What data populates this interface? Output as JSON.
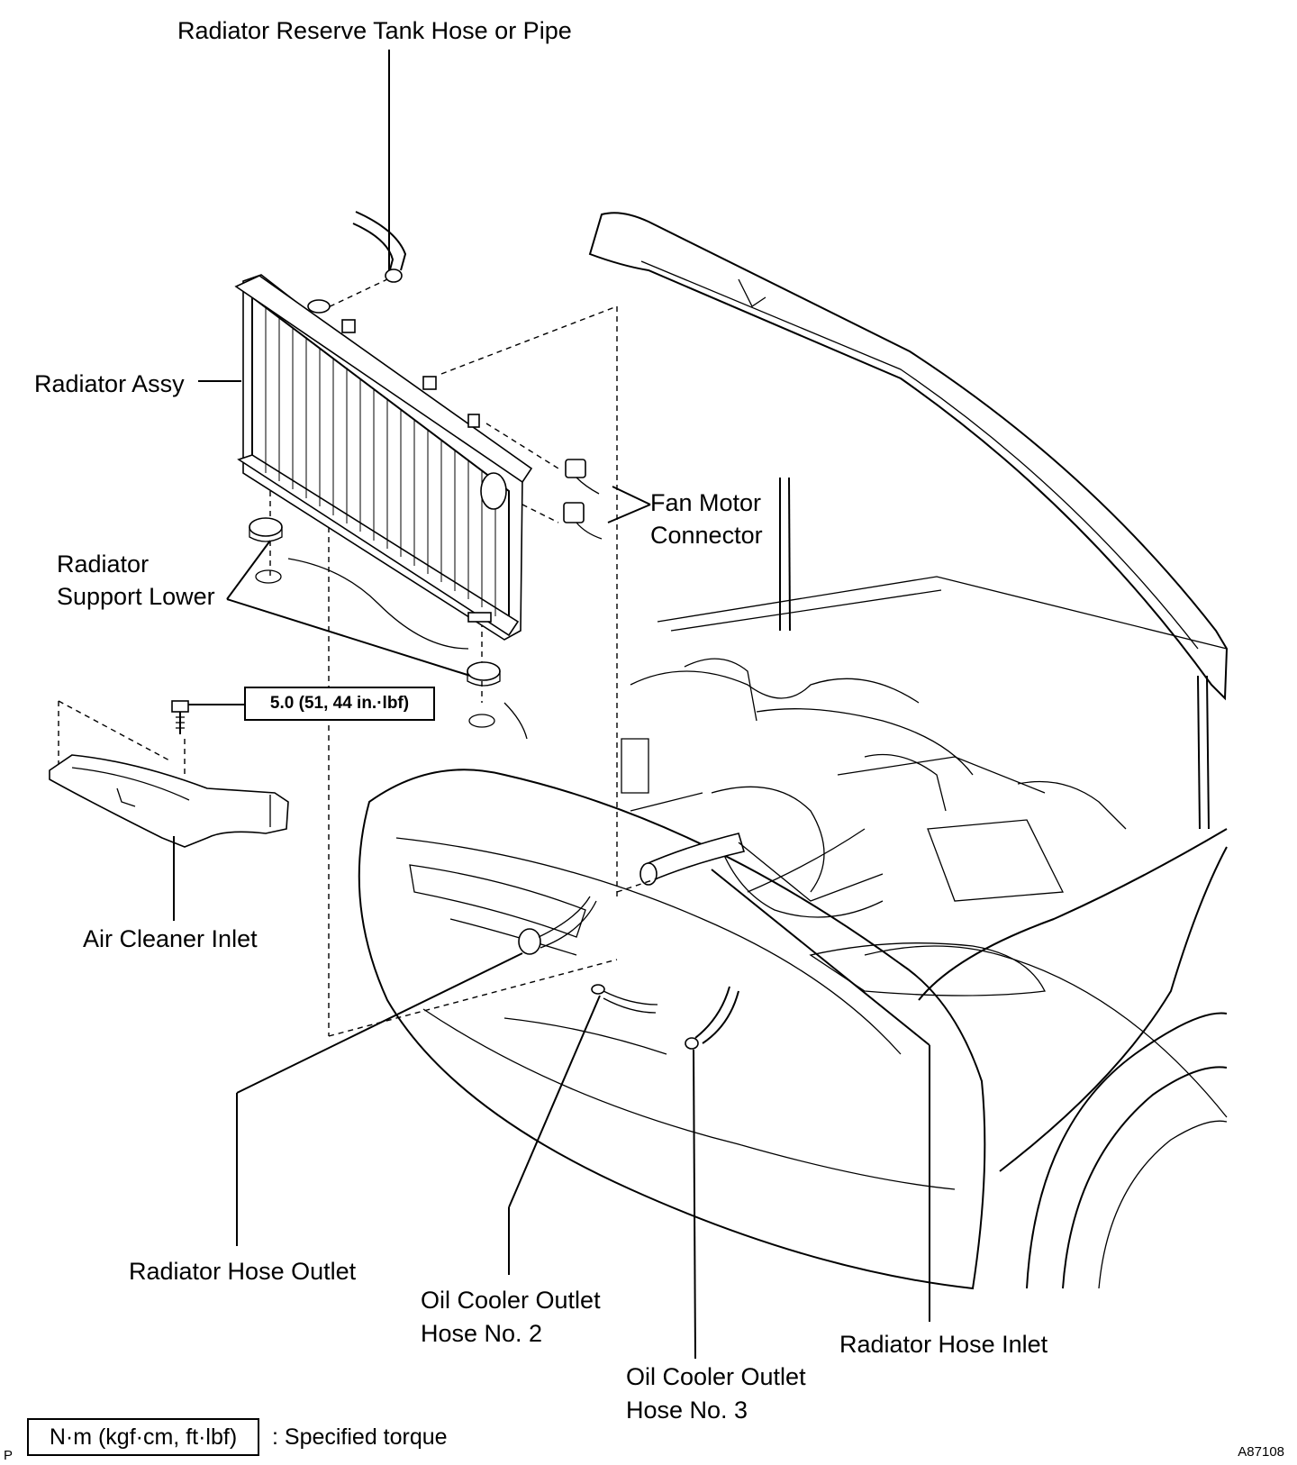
{
  "labels": {
    "reserve_tank_hose": "Radiator Reserve Tank Hose or Pipe",
    "radiator_assy": "Radiator Assy",
    "fan_motor_connector_line1": "Fan Motor",
    "fan_motor_connector_line2": "Connector",
    "support_lower_line1": "Radiator",
    "support_lower_line2": "Support Lower",
    "air_cleaner_inlet": "Air Cleaner Inlet",
    "radiator_hose_outlet": "Radiator Hose Outlet",
    "oil_cooler_hose_2_line1": "Oil Cooler Outlet",
    "oil_cooler_hose_2_line2": "Hose No. 2",
    "oil_cooler_hose_3_line1": "Oil Cooler Outlet",
    "oil_cooler_hose_3_line2": "Hose No. 3",
    "radiator_hose_inlet": "Radiator Hose Inlet"
  },
  "torque_spec": "5.0 (51, 44 in.·lbf)",
  "legend": {
    "unit_box": "N·m (kgf·cm, ft·lbf)",
    "description": ": Specified torque"
  },
  "figure_code": "A87108",
  "corner_mark": "P"
}
